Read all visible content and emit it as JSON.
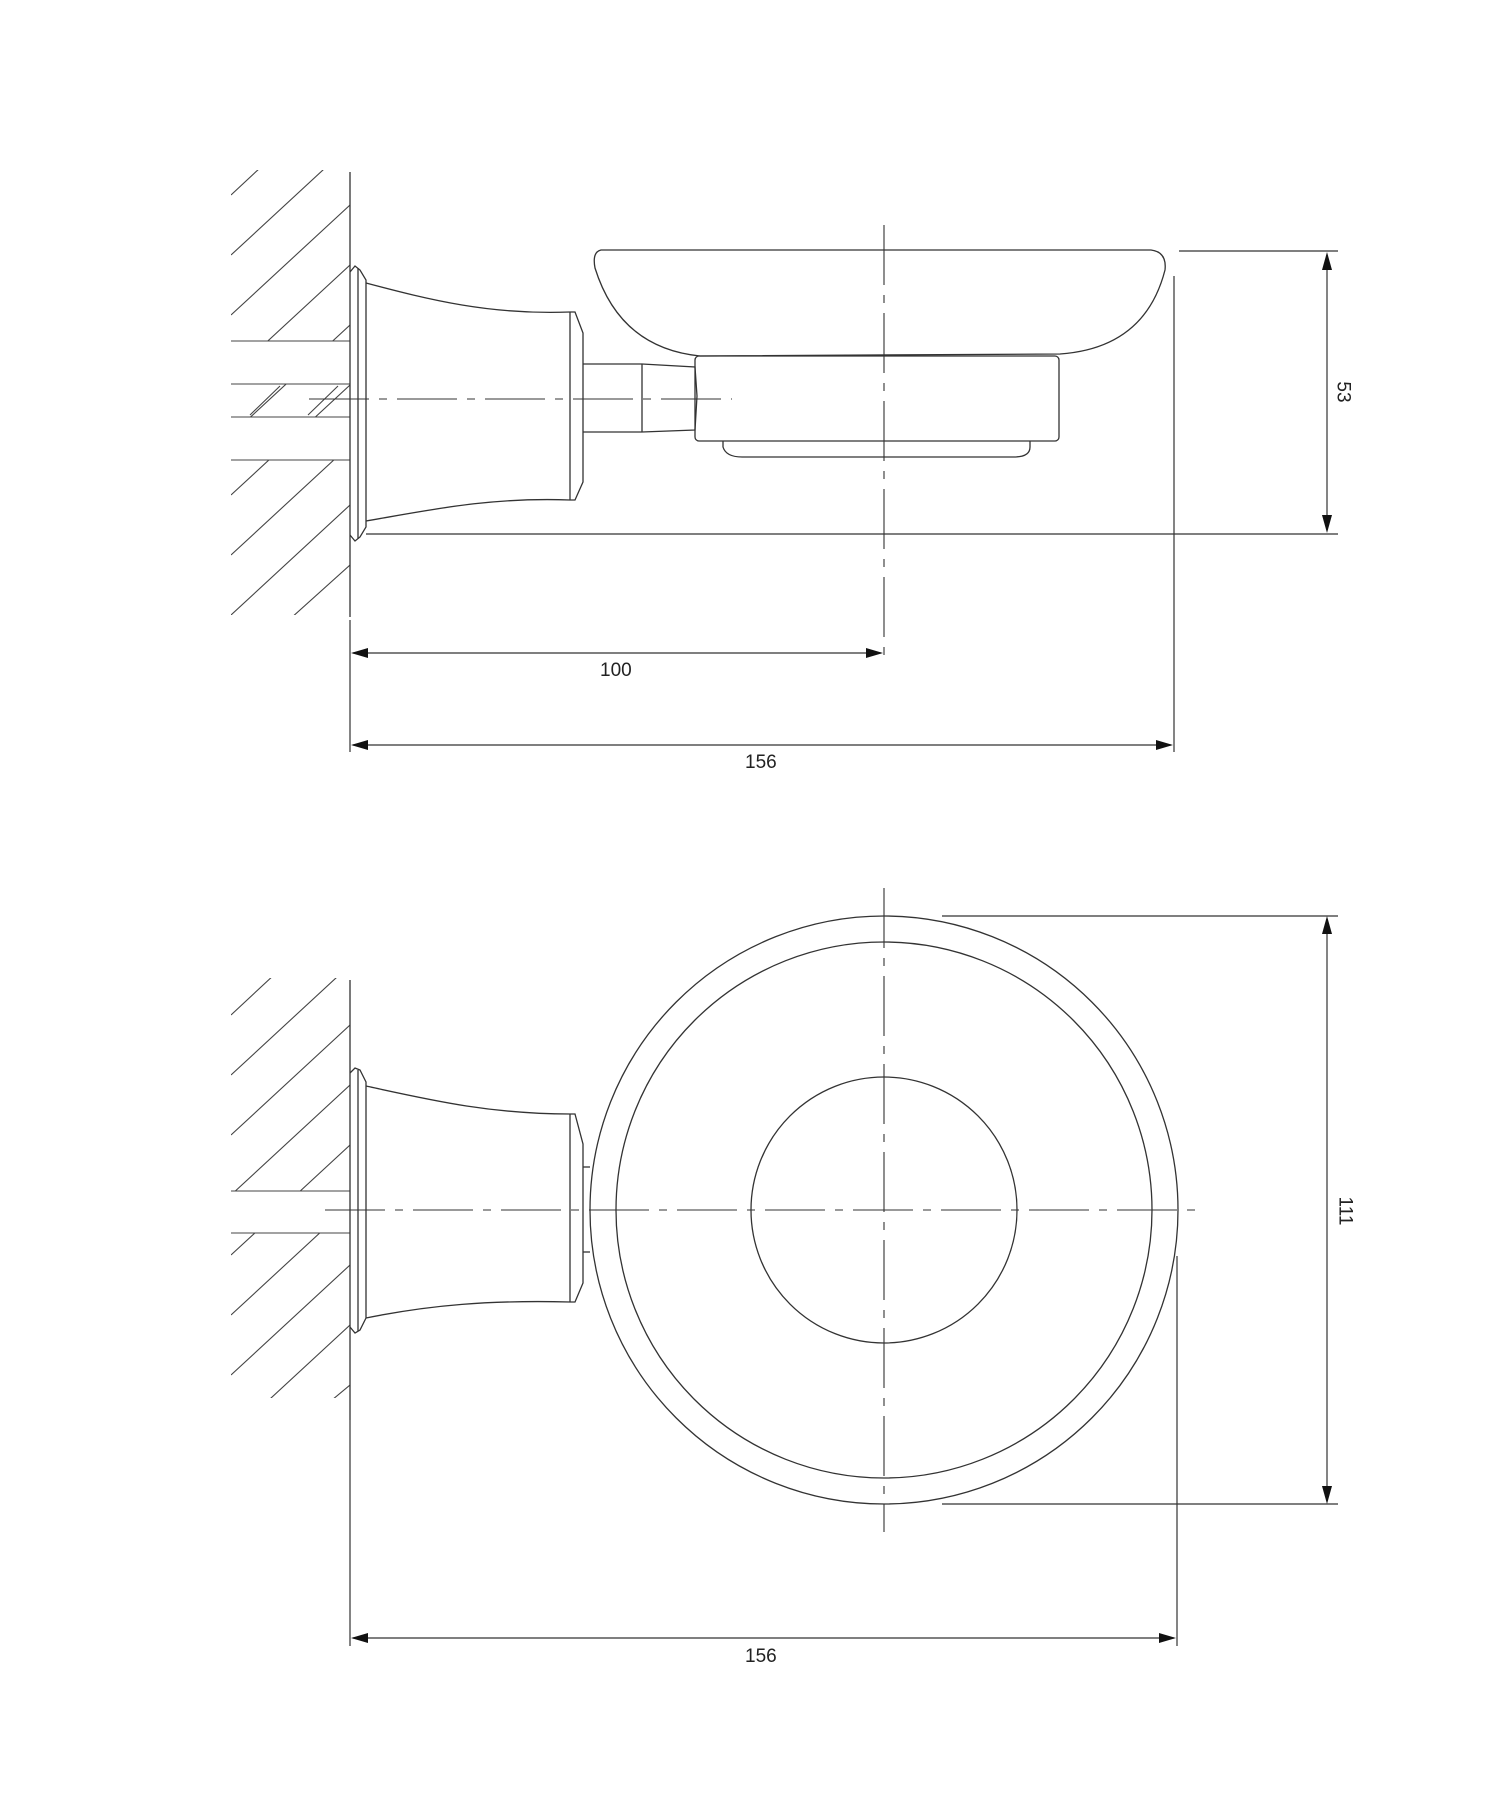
{
  "drawing": {
    "subject": "Wall-mounted soap dish technical drawing",
    "side_view": {
      "dimensions": {
        "height": "53",
        "center_offset": "100",
        "total_projection": "156"
      }
    },
    "top_view": {
      "dimensions": {
        "diameter": "111",
        "total_projection": "156"
      }
    },
    "colors": {
      "line": "#333333",
      "background": "#ffffff"
    }
  }
}
